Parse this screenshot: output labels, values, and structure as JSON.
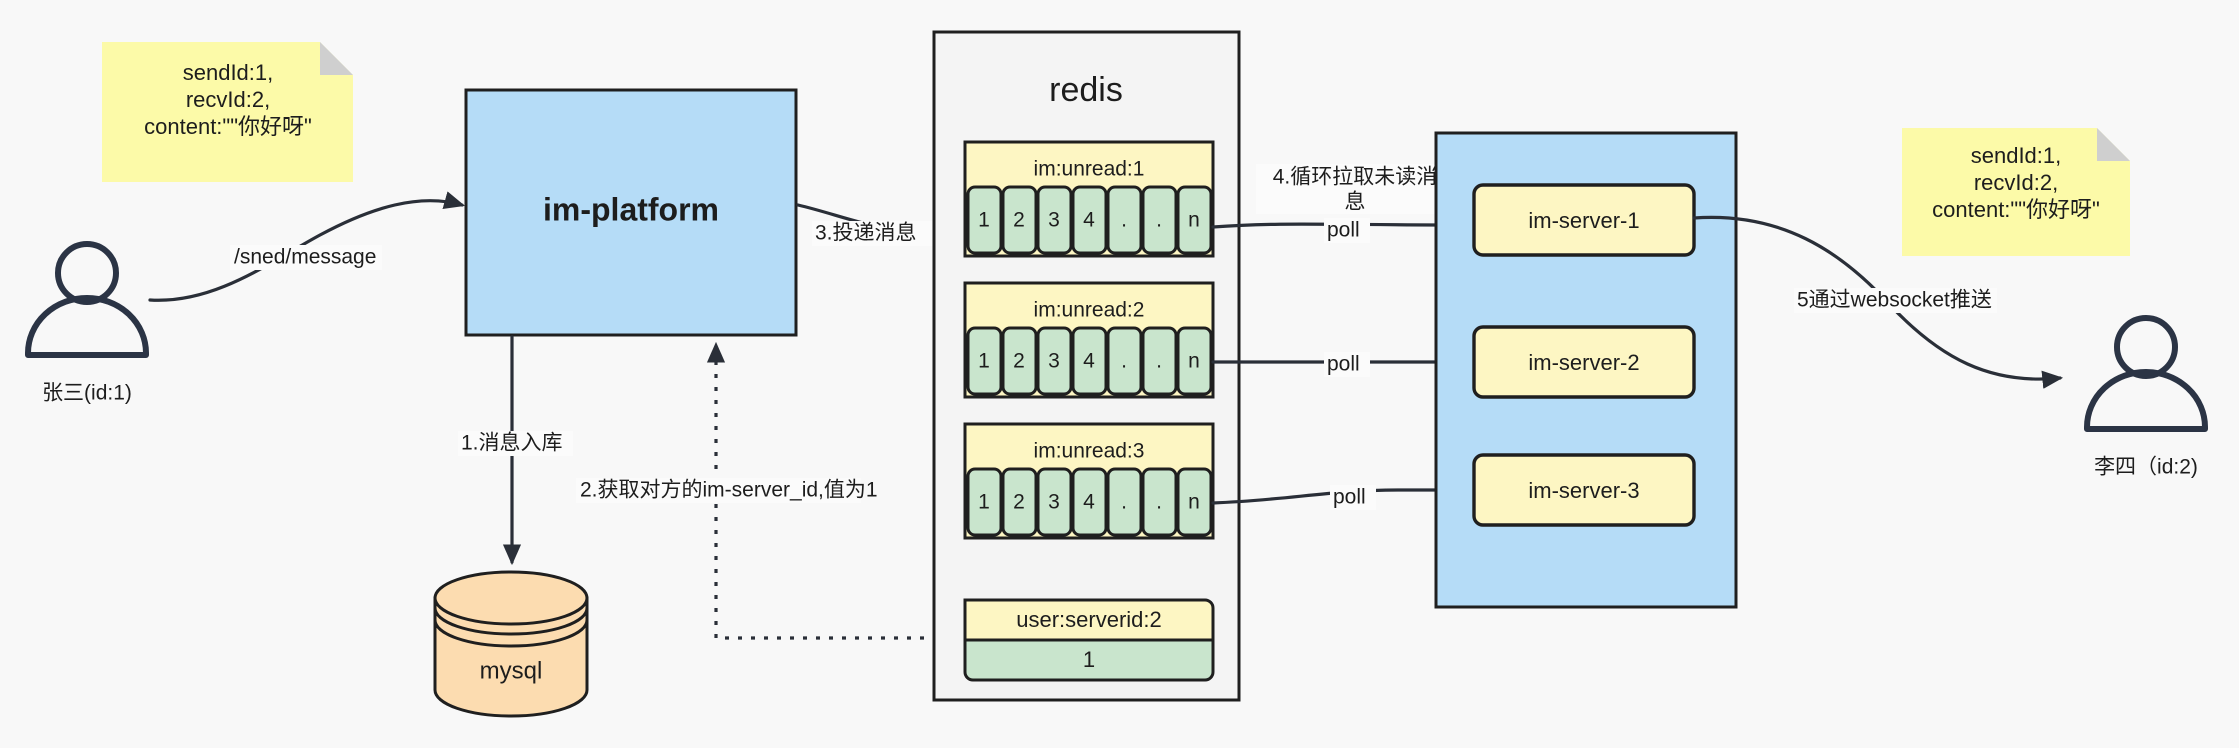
{
  "diagram": {
    "title": "IM message flow architecture",
    "colors": {
      "background": "#f8f8f8",
      "sticky_yellow": "#fcfaa8",
      "sticky_fold": "#cfcfcf",
      "blue_fill": "#b5dcf7",
      "yellow_fill": "#fdf6c3",
      "green_fill": "#c9e5cd",
      "orange_fill": "#fcdcb0",
      "container_gray": "#f4f4f4",
      "stroke_dark": "#1f1f1f",
      "actor_stroke": "#2b3445"
    }
  },
  "notes": {
    "left": {
      "name": "message-payload-note-left",
      "lines": [
        "sendId:1,",
        "recvId:2,",
        "content:\"\"你好呀\""
      ]
    },
    "right": {
      "name": "message-payload-note-right",
      "lines": [
        "sendId:1,",
        "recvId:2,",
        "content:\"\"你好呀\""
      ]
    }
  },
  "actors": [
    {
      "id": "sender",
      "label": "张三(id:1)"
    },
    {
      "id": "receiver",
      "label": "李四（id:2)"
    }
  ],
  "nodes": {
    "platform": {
      "label": "im-platform"
    },
    "mysql": {
      "label": "mysql"
    },
    "redis": {
      "label": "redis"
    },
    "server_cluster": {
      "servers": [
        {
          "label": "im-server-1"
        },
        {
          "label": "im-server-2"
        },
        {
          "label": "im-server-3"
        }
      ]
    }
  },
  "redis_keys": [
    {
      "key": "im:unread:1",
      "cells": [
        "1",
        "2",
        "3",
        "4",
        ".",
        ".",
        "n"
      ]
    },
    {
      "key": "im:unread:2",
      "cells": [
        "1",
        "2",
        "3",
        "4",
        ".",
        ".",
        "n"
      ]
    },
    {
      "key": "im:unread:3",
      "cells": [
        "1",
        "2",
        "3",
        "4",
        ".",
        ".",
        "n"
      ]
    }
  ],
  "redis_kv": {
    "key": "user:serverid:2",
    "value": "1"
  },
  "edge_labels": {
    "send_message": "/sned/message",
    "step1": "1.消息入库",
    "step2": "2.获取对方的im-server_id,值为1",
    "step3": "3.投递消息",
    "step4_line1": "4.循环拉取未读消",
    "step4_line2": "息",
    "step5": "5通过websocket推送",
    "poll1": "poll",
    "poll2": "poll",
    "poll3": "poll"
  }
}
